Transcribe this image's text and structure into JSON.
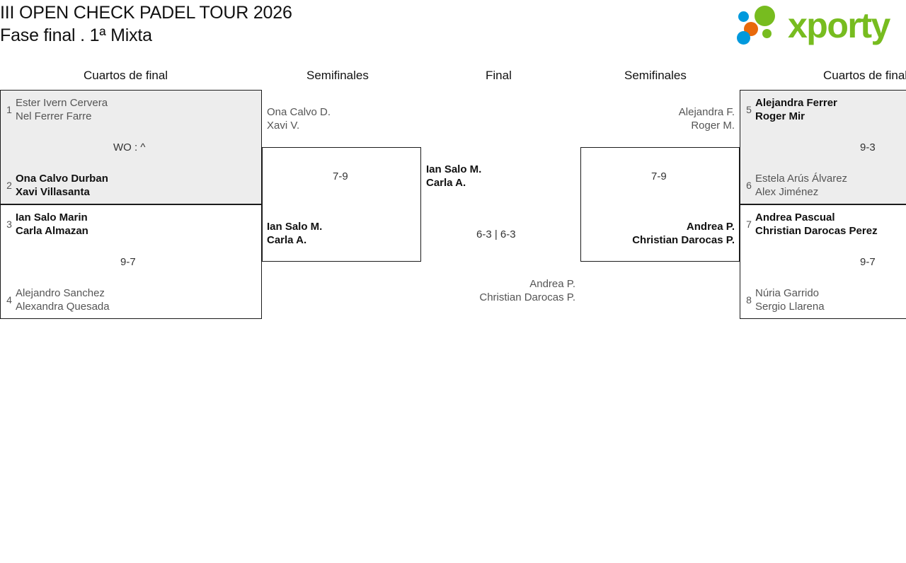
{
  "header": {
    "title_line1": "III OPEN CHECK PADEL TOUR 2026",
    "title_line2": "Fase final . 1ª Mixta",
    "logo_text": "xporty",
    "logo_colors": {
      "blue": "#0099dd",
      "orange": "#e8690b",
      "green": "#77bc1f"
    }
  },
  "rounds": [
    {
      "id": "qf-left",
      "label": "Cuartos de final"
    },
    {
      "id": "sf-left",
      "label": "Semifinales"
    },
    {
      "id": "final",
      "label": "Final"
    },
    {
      "id": "sf-right",
      "label": "Semifinales"
    },
    {
      "id": "qf-right",
      "label": "Cuartos de final"
    }
  ],
  "matches": {
    "qf1": {
      "score": "WO : ^",
      "top": {
        "seed": "1",
        "p1": "Ester Ivern Cervera",
        "p2": "Nel Ferrer Farre",
        "winner": false
      },
      "bottom": {
        "seed": "2",
        "p1": "Ona Calvo Durban",
        "p2": "Xavi Villasanta",
        "winner": true
      }
    },
    "qf2": {
      "score": "9-7",
      "top": {
        "seed": "3",
        "p1": "Ian Salo Marin",
        "p2": "Carla Almazan",
        "winner": true
      },
      "bottom": {
        "seed": "4",
        "p1": "Alejandro Sanchez",
        "p2": "Alexandra Quesada",
        "winner": false
      }
    },
    "qf3": {
      "score": "9-3",
      "top": {
        "seed": "5",
        "p1": "Alejandra Ferrer",
        "p2": "Roger Mir",
        "winner": true
      },
      "bottom": {
        "seed": "6",
        "p1": "Estela Arús Álvarez",
        "p2": "Alex Jiménez",
        "winner": false
      }
    },
    "qf4": {
      "score": "9-7",
      "top": {
        "seed": "7",
        "p1": "Andrea Pascual",
        "p2": "Christian Darocas Perez",
        "winner": true
      },
      "bottom": {
        "seed": "8",
        "p1": "Núria Garrido",
        "p2": "Sergio Llarena",
        "winner": false
      }
    },
    "sf_left": {
      "score": "7-9",
      "top": {
        "p1": "Ona Calvo D.",
        "p2": "Xavi V.",
        "winner": false
      },
      "bottom": {
        "p1": "Ian Salo M.",
        "p2": "Carla A.",
        "winner": true
      }
    },
    "sf_right": {
      "score": "7-9",
      "top": {
        "p1": "Alejandra F.",
        "p2": "Roger M.",
        "winner": false
      },
      "bottom": {
        "p1": "Andrea P.",
        "p2": "Christian Darocas P.",
        "winner": true
      }
    },
    "final": {
      "score": "6-3 | 6-3",
      "top": {
        "p1": "Ian Salo M.",
        "p2": "Carla A.",
        "winner": true
      },
      "bottom": {
        "p1": "Andrea P.",
        "p2": "Christian Darocas P.",
        "winner": false
      }
    }
  }
}
